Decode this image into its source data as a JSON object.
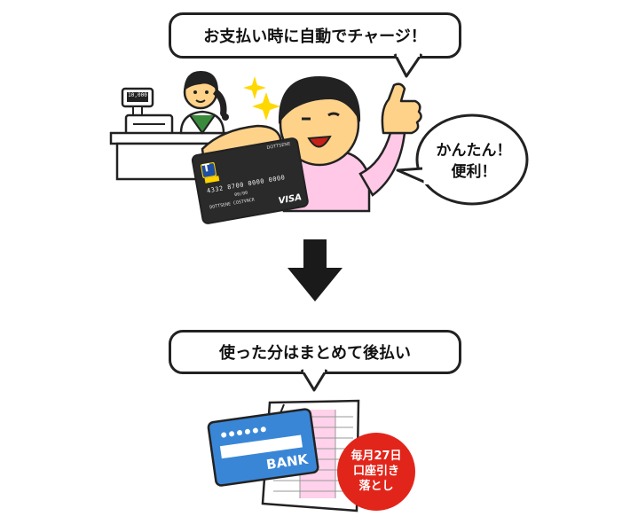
{
  "top_bubble": {
    "text": "お支払い時に自動でチャージ！"
  },
  "side_bubble": {
    "line1": "かんたん！",
    "line2": "便利！"
  },
  "register": {
    "display": "10,000"
  },
  "card": {
    "logo": "T",
    "brand": "VISA",
    "number": "4332 8700 0000 0000",
    "expiry": "00/00",
    "holder": "DOTTSENE COSTVNCR",
    "top_label": "DOTTSENE"
  },
  "bottom_bubble": {
    "text": "使った分はまとめて後払い"
  },
  "passbook": {
    "label": "BANK"
  },
  "badge": {
    "line1": "毎月27日",
    "line2": "口座引き",
    "line3": "落とし"
  },
  "colors": {
    "outline": "#222222",
    "arrow": "#1a1a1a",
    "shirt": "#ffc8e6",
    "skin": "#ffd28a",
    "card_body": "#2a2a2a",
    "bank_blue": "#3a86d6",
    "badge_red": "#e2251b",
    "apron_green": "#3a8a3c",
    "sparkle": "#ffd800"
  }
}
